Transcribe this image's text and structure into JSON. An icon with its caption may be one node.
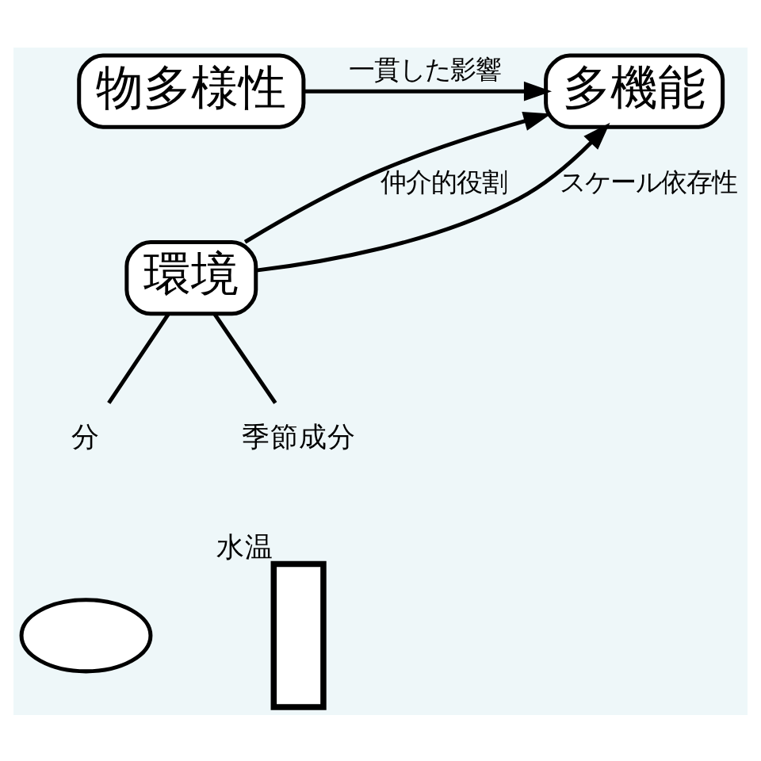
{
  "diagram": {
    "nodes": [
      {
        "text": [
          "物多様性"
        ]
      },
      {
        "text": [
          "多機能"
        ]
      },
      {
        "text": [
          "環境"
        ]
      },
      {
        "text": [
          "分"
        ]
      },
      {
        "text": [
          "季節成分"
        ]
      },
      {
        "text": [],
        "shape": "cloud"
      },
      {
        "text": [],
        "shape": "box",
        "beside": [
          "水温"
        ]
      }
    ],
    "edges": [
      {
        "from": 0,
        "to": 1,
        "arrow": "to",
        "label": "一貫した影響"
      },
      {
        "from": 2,
        "to": 1,
        "arrow": "to",
        "label": "仲介的役割"
      },
      {
        "from": 2,
        "to": 1,
        "arrow": "to",
        "label": "スケール依存性"
      },
      {
        "from": 2,
        "to": 3,
        "arrow": "none"
      },
      {
        "from": 2,
        "to": 4,
        "arrow": "none"
      }
    ]
  }
}
